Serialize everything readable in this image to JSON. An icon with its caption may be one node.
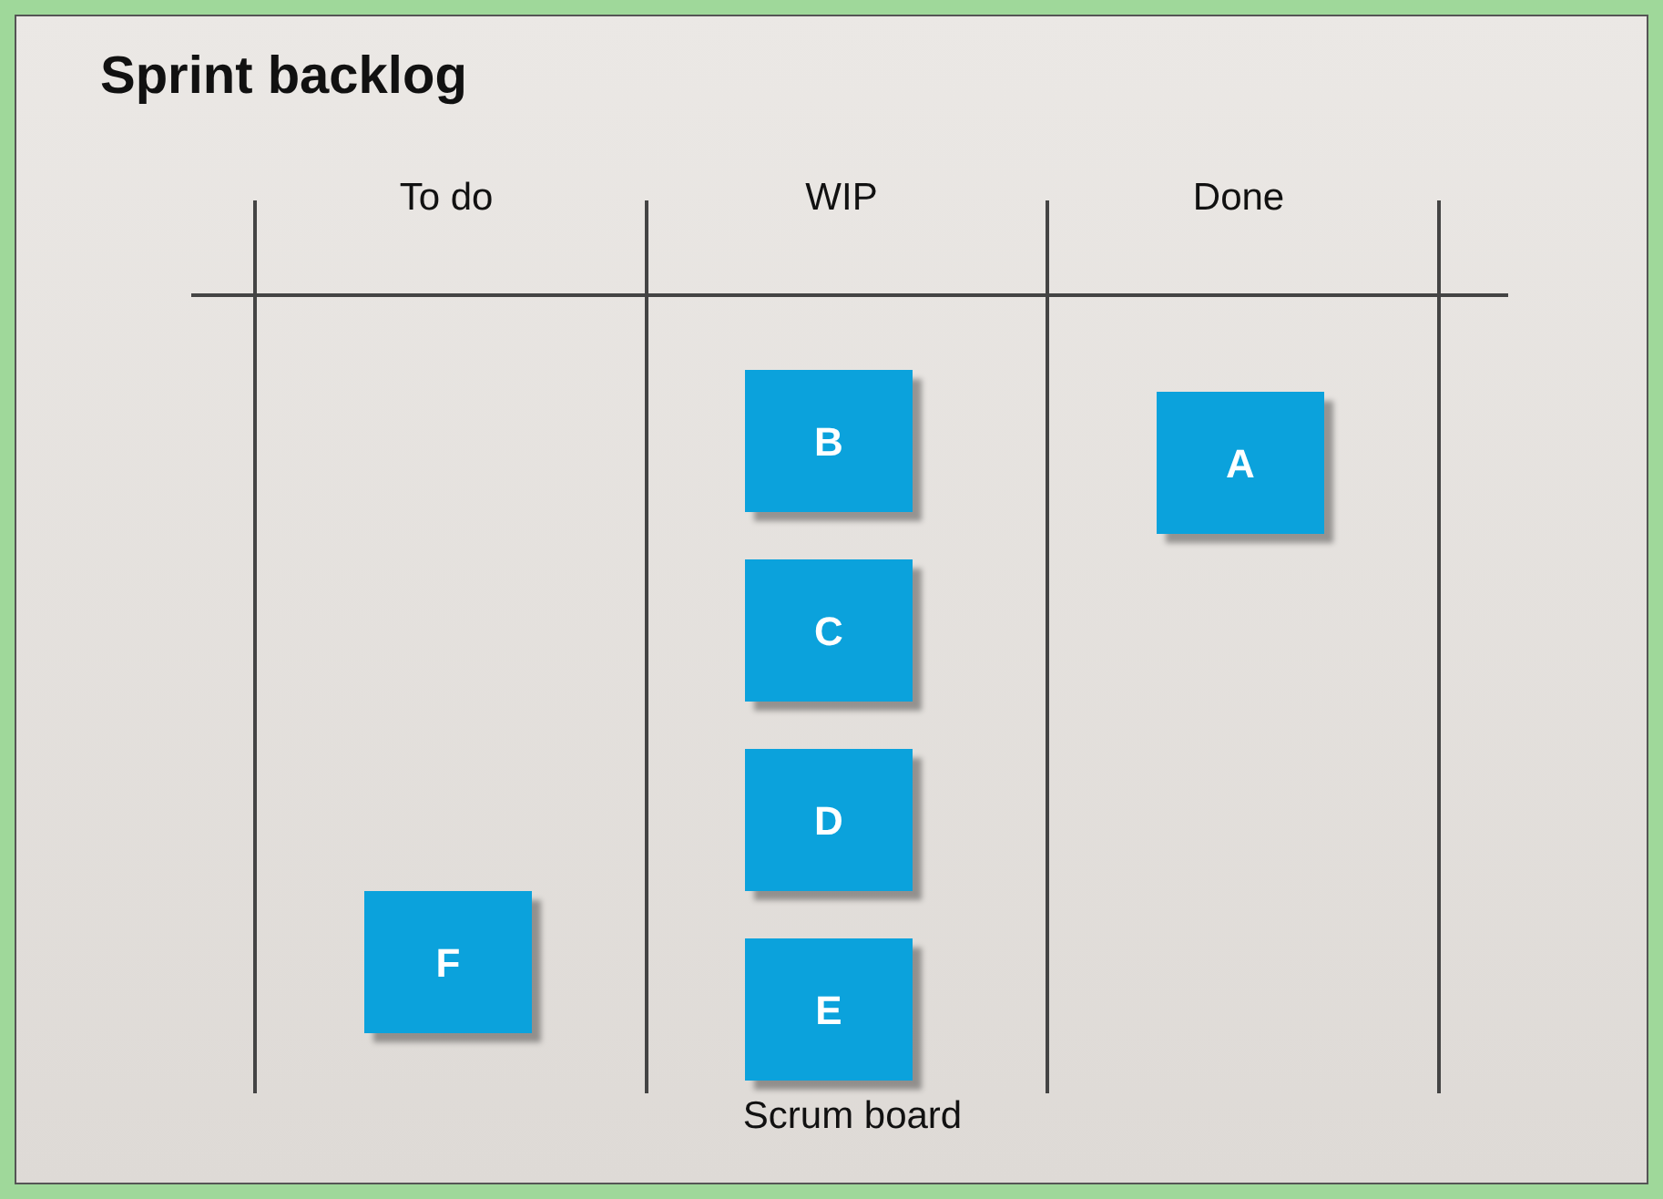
{
  "diagram": {
    "title": "Sprint backlog",
    "caption": "Scrum board",
    "nodes": [
      {
        "text": [
          "B"
        ]
      },
      {
        "text": [
          "A"
        ]
      },
      {
        "text": [
          "C"
        ]
      },
      {
        "text": [
          "D"
        ]
      },
      {
        "text": [
          "F"
        ]
      },
      {
        "text": [
          "E"
        ]
      }
    ],
    "labels": [
      "To do",
      "WIP",
      "Done"
    ]
  }
}
